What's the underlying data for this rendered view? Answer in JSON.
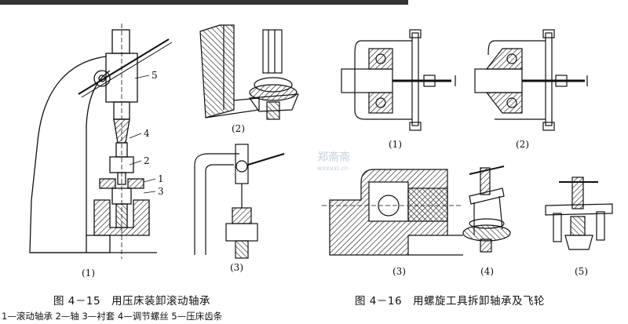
{
  "header_fragment": "▪ ▪▪▪▪ ▪▪▪▪ ▪▪ ▪▪▪ ▪▪▪",
  "figure_4_15": {
    "caption": "图 4－15　用压床装卸滚动轴承",
    "legend": "1—滚动轴承  2—轴  3—衬套  4—调节螺丝  5—压床齿条",
    "sub_labels": [
      "(1)",
      "(2)",
      "(3)"
    ],
    "part_numbers": [
      "1",
      "2",
      "3",
      "4",
      "5"
    ]
  },
  "figure_4_16": {
    "caption": "图 4－16　用螺旋工具拆卸轴承及飞轮",
    "sub_labels": [
      "(1)",
      "(2)",
      "(3)",
      "(4)",
      "(5)"
    ]
  },
  "watermark": {
    "line1": "郑斋斋",
    "line2": "wxxxxl.cn"
  },
  "colors": {
    "ink": "#111111",
    "hatch": "#333333",
    "watermark": "#c8d2e0"
  }
}
